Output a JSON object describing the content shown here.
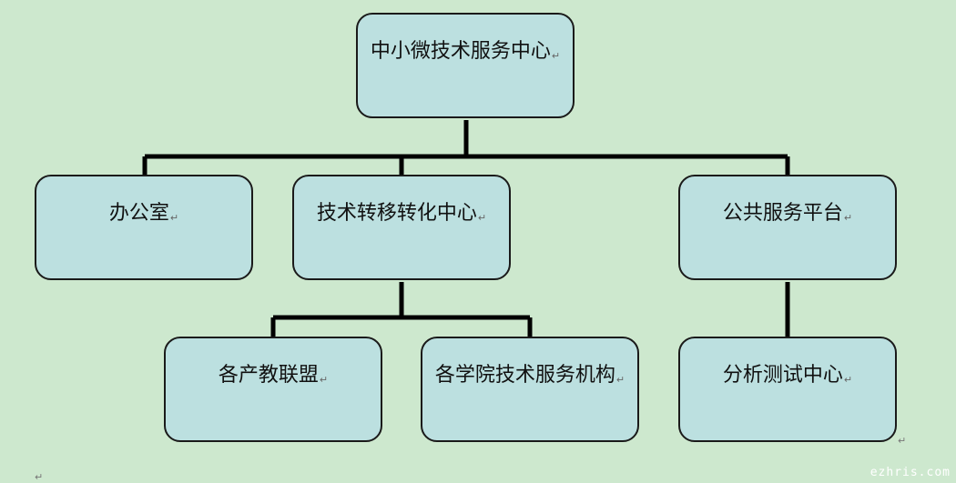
{
  "diagram": {
    "root": "中小微技术服务中心",
    "level1": [
      "办公室",
      "技术转移转化中心",
      "公共服务平台"
    ],
    "level2_transfer": [
      "各产教联盟",
      "各学院技术服务机构"
    ],
    "level2_platform": [
      "分析测试中心"
    ],
    "paragraph_mark": "↵"
  },
  "colors": {
    "background": "#cde8ce",
    "node_fill": "#bce0e0",
    "node_border": "#1a1a1a",
    "connector": "#000000"
  },
  "watermark": "ezhris.com"
}
